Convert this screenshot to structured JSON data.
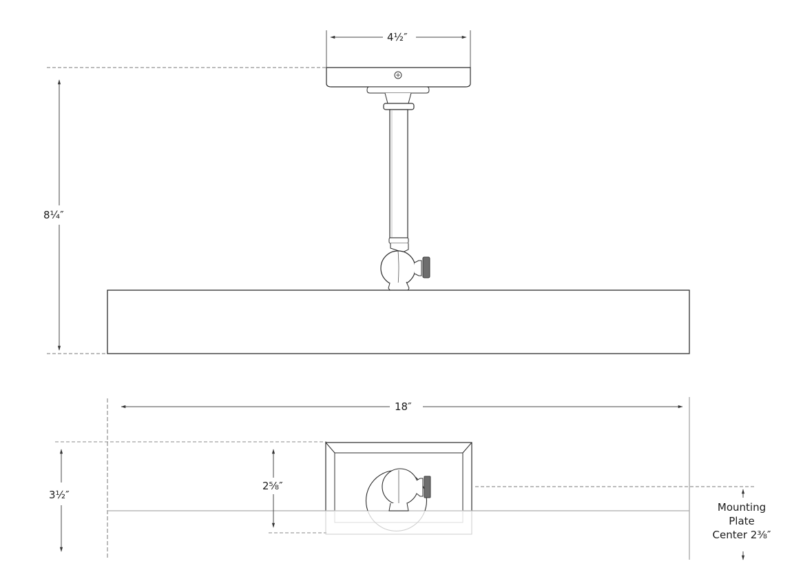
{
  "diagram": {
    "type": "fixture-dimension-drawing",
    "views": [
      {
        "name": "side-elevation",
        "description": "Semi-flush ceiling fixture with canopy, stem, swivel knuckle and rectangular shade"
      },
      {
        "name": "bottom-plan",
        "description": "Rectangular shade outline with mounting plate and knuckle"
      }
    ],
    "colors": {
      "line": "#2b2b2b",
      "dim_line": "#555555",
      "dash": "#777777",
      "knob": "#6e6e6e",
      "background": "#ffffff"
    }
  },
  "dimensions": {
    "canopy_width": "4½″",
    "overall_height": "8¼″",
    "shade_length": "18″",
    "shade_depth": "3½″",
    "plate_depth": "2⅝″",
    "mounting_note": {
      "line1": "Mounting",
      "line2": "Plate",
      "line3": "Center 2⅜″"
    }
  }
}
